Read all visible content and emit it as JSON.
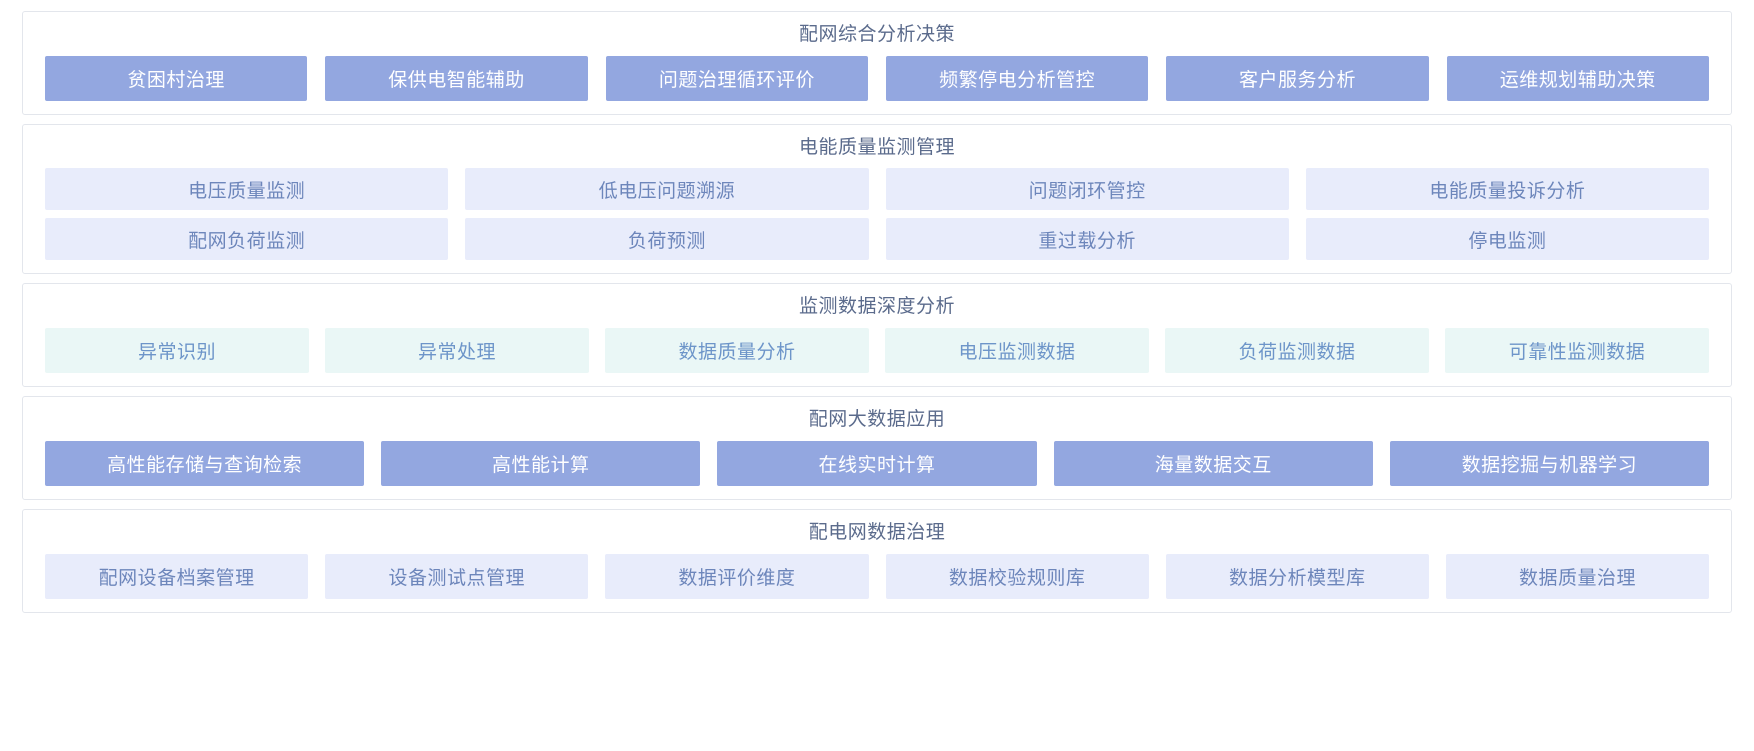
{
  "colors": {
    "solid_bg": "#93a7e0",
    "solid_text": "#ffffff",
    "lavender_bg": "#e8ecfb",
    "lavender_text": "#6d86bb",
    "mint_bg": "#eaf7f6",
    "mint_text": "#6d95c9",
    "panel_border": "#e3e6ec",
    "title_text": "#5b6b8c",
    "page_bg": "#ffffff"
  },
  "sections": [
    {
      "title": "配网综合分析决策",
      "style": "solid",
      "rows": [
        [
          "贫困村治理",
          "保供电智能辅助",
          "问题治理循环评价",
          "频繁停电分析管控",
          "客户服务分析",
          "运维规划辅助决策"
        ]
      ]
    },
    {
      "title": "电能质量监测管理",
      "style": "lavender",
      "rows": [
        [
          "电压质量监测",
          "低电压问题溯源",
          "问题闭环管控",
          "电能质量投诉分析"
        ],
        [
          "配网负荷监测",
          "负荷预测",
          "重过载分析",
          "停电监测"
        ]
      ]
    },
    {
      "title": "监测数据深度分析",
      "style": "mint",
      "rows": [
        [
          "异常识别",
          "异常处理",
          "数据质量分析",
          "电压监测数据",
          "负荷监测数据",
          "可靠性监测数据"
        ]
      ]
    },
    {
      "title": "配网大数据应用",
      "style": "solid",
      "rows": [
        [
          "高性能存储与查询检索",
          "高性能计算",
          "在线实时计算",
          "海量数据交互",
          "数据挖掘与机器学习"
        ]
      ]
    },
    {
      "title": "配电网数据治理",
      "style": "lavender",
      "rows": [
        [
          "配网设备档案管理",
          "设备测试点管理",
          "数据评价维度",
          "数据校验规则库",
          "数据分析模型库",
          "数据质量治理"
        ]
      ]
    }
  ]
}
